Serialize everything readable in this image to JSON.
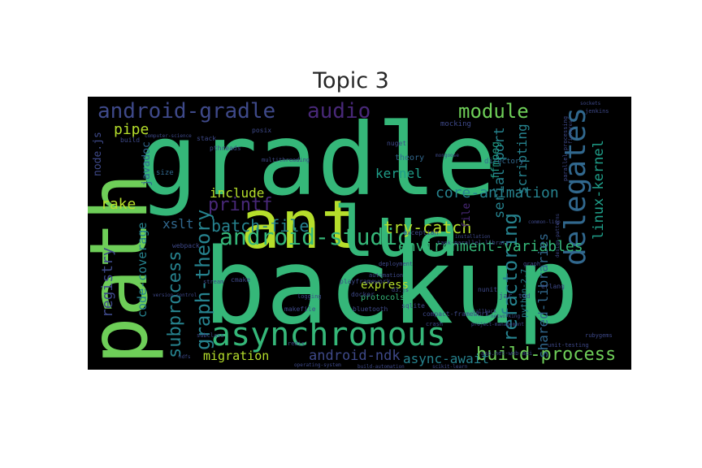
{
  "title": "Topic 3",
  "palette": [
    "#35b779",
    "#26828e",
    "#b5de2b",
    "#3e4989",
    "#482878",
    "#1f9e89",
    "#6ece58",
    "#fde725",
    "#31688e",
    "#440154"
  ],
  "words": [
    {
      "text": "gradle",
      "color": "#35b779"
    },
    {
      "text": "backup",
      "color": "#35b779"
    },
    {
      "text": "ant",
      "color": "#b5de2b"
    },
    {
      "text": "lua",
      "color": "#35b779"
    },
    {
      "text": "path",
      "color": "#6ece58"
    },
    {
      "text": "asynchronous",
      "color": "#35b779"
    },
    {
      "text": "android-gradle",
      "color": "#3e4989"
    },
    {
      "text": "audio",
      "color": "#482878"
    },
    {
      "text": "module",
      "color": "#6ece58"
    },
    {
      "text": "delegates",
      "color": "#31688e"
    },
    {
      "text": "android-studio",
      "color": "#35b779"
    },
    {
      "text": "refactoring",
      "color": "#26828e"
    },
    {
      "text": "graph-theory",
      "color": "#26828e"
    },
    {
      "text": "subprocess",
      "color": "#26828e"
    },
    {
      "text": "build-process",
      "color": "#6ece58"
    },
    {
      "text": "printf",
      "color": "#482878"
    },
    {
      "text": "pipe",
      "color": "#b5de2b"
    },
    {
      "text": "rake",
      "color": "#b5de2b"
    },
    {
      "text": "try-catch",
      "color": "#b5de2b"
    },
    {
      "text": "batch-file",
      "color": "#26828e"
    },
    {
      "text": "core-animation",
      "color": "#26828e"
    },
    {
      "text": "environment-variables",
      "color": "#35b779"
    },
    {
      "text": "linux-kernel",
      "color": "#1f9e89"
    },
    {
      "text": "serial-port",
      "color": "#26828e"
    },
    {
      "text": "shared-libraries",
      "color": "#31688e"
    },
    {
      "text": "scripting",
      "color": "#26828e"
    },
    {
      "text": "kernel",
      "color": "#1f9e89"
    },
    {
      "text": "include",
      "color": "#b5de2b"
    },
    {
      "text": "xslt",
      "color": "#31688e"
    },
    {
      "text": "code-coverage",
      "color": "#26828e"
    },
    {
      "text": "registry",
      "color": "#3e4989"
    },
    {
      "text": "migration",
      "color": "#b5de2b"
    },
    {
      "text": "android-ndk",
      "color": "#3e4989"
    },
    {
      "text": "async-await",
      "color": "#26828e"
    },
    {
      "text": "express",
      "color": "#b5de2b"
    },
    {
      "text": "ffmpeg",
      "color": "#1f9e89"
    },
    {
      "text": "node.js",
      "color": "#3e4989"
    },
    {
      "text": "javadoc",
      "color": "#31688e"
    },
    {
      "text": "file",
      "color": "#482878"
    },
    {
      "text": "python-2.7",
      "color": "#26828e"
    },
    {
      "text": "protocols",
      "color": "#35b779"
    },
    {
      "text": "theory",
      "color": "#31688e"
    },
    {
      "text": "directory",
      "color": "#31688e"
    },
    {
      "text": "mocking",
      "color": "#3e4989"
    },
    {
      "text": "posix",
      "color": "#3e4989"
    },
    {
      "text": "stack",
      "color": "#3e4989"
    },
    {
      "text": "pthreads",
      "color": "#3e4989"
    },
    {
      "text": "size",
      "color": "#31688e"
    },
    {
      "text": "build",
      "color": "#3e4989"
    },
    {
      "text": "parallel-processing",
      "color": "#3e4989"
    },
    {
      "text": "jenkins",
      "color": "#3e4989"
    },
    {
      "text": "webpack",
      "color": "#3e4989"
    },
    {
      "text": "cmake",
      "color": "#3e4989"
    },
    {
      "text": "sqlite",
      "color": "#3e4989"
    },
    {
      "text": "crash",
      "color": "#3e4989"
    },
    {
      "text": "exception",
      "color": "#3e4989"
    },
    {
      "text": "deployment",
      "color": "#3e4989"
    },
    {
      "text": "automation",
      "color": "#3e4989"
    },
    {
      "text": "docker",
      "color": "#3e4989"
    },
    {
      "text": "makefile",
      "color": "#3e4989"
    },
    {
      "text": "bluetooth",
      "color": "#3e4989"
    },
    {
      "text": "redis",
      "color": "#3e4989"
    },
    {
      "text": "erlang",
      "color": "#3e4989"
    },
    {
      "text": "nunit",
      "color": "#3e4989"
    },
    {
      "text": "jar",
      "color": "#3e4989"
    },
    {
      "text": "graph",
      "color": "#3e4989"
    },
    {
      "text": "multithreading",
      "color": "#3e4989"
    },
    {
      "text": "stream",
      "color": "#3e4989"
    },
    {
      "text": "logging",
      "color": "#3e4989"
    },
    {
      "text": "playframework",
      "color": "#3e4989"
    },
    {
      "text": "compact-framework",
      "color": "#3e4989"
    },
    {
      "text": "subclass",
      "color": "#3e4989"
    },
    {
      "text": "rubygems",
      "color": "#3e4989"
    },
    {
      "text": "asp.net-web-api",
      "color": "#3e4989"
    },
    {
      "text": "unit-testing",
      "color": "#3e4989"
    },
    {
      "text": "tdd",
      "color": "#3e4989"
    },
    {
      "text": "d3.js",
      "color": "#3e4989"
    },
    {
      "text": "nuget",
      "color": "#3e4989"
    },
    {
      "text": "mongoose",
      "color": "#3e4989"
    },
    {
      "text": "task-parallel-library",
      "color": "#3e4989"
    },
    {
      "text": "installation",
      "color": "#3e4989"
    },
    {
      "text": "version-control",
      "color": "#3e4989"
    },
    {
      "text": "callback",
      "color": "#3e4989"
    },
    {
      "text": "fixtures",
      "color": "#3e4989"
    },
    {
      "text": "networking",
      "color": "#3e4989"
    },
    {
      "text": "common-lisp",
      "color": "#3e4989"
    },
    {
      "text": "project-management",
      "color": "#3e4989"
    },
    {
      "text": "operating-system",
      "color": "#3e4989"
    },
    {
      "text": "build-automation",
      "color": "#3e4989"
    },
    {
      "text": "scikit-learn",
      "color": "#3e4989"
    },
    {
      "text": "computer-science",
      "color": "#3e4989"
    },
    {
      "text": "sockets",
      "color": "#3e4989"
    },
    {
      "text": "design-patterns",
      "color": "#3e4989"
    },
    {
      "text": "hdfs",
      "color": "#3e4989"
    }
  ]
}
